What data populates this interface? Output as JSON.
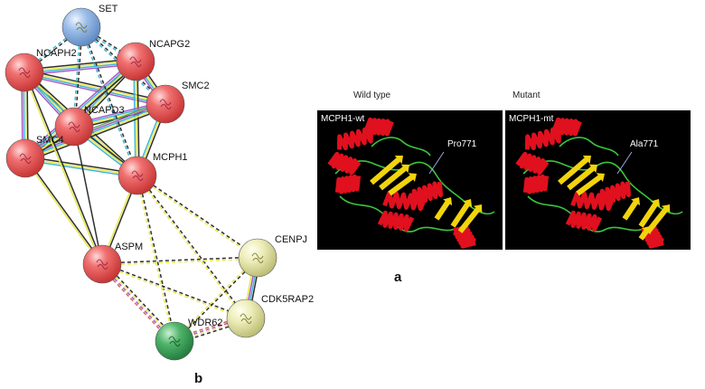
{
  "network": {
    "colors": {
      "red": "#e25050",
      "blue": "#8aaede",
      "beige": "#e6e6a6",
      "green": "#3fa65a"
    },
    "nodes": [
      {
        "id": "set",
        "label": "SET",
        "color": "blue"
      },
      {
        "id": "ncaph2",
        "label": "NCAPH2",
        "color": "red"
      },
      {
        "id": "ncapg2",
        "label": "NCAPG2",
        "color": "red"
      },
      {
        "id": "smc2",
        "label": "SMC2",
        "color": "red"
      },
      {
        "id": "ncapd3",
        "label": "NCAPD3",
        "color": "red"
      },
      {
        "id": "smc4",
        "label": "SMC4",
        "color": "red"
      },
      {
        "id": "mcph1",
        "label": "MCPH1",
        "color": "red"
      },
      {
        "id": "aspm",
        "label": "ASPM",
        "color": "red"
      },
      {
        "id": "cenpj",
        "label": "CENPJ",
        "color": "beige"
      },
      {
        "id": "cdk5rap2",
        "label": "CDK5RAP2",
        "color": "beige"
      },
      {
        "id": "wdr62",
        "label": "WDR62",
        "color": "green"
      }
    ],
    "edge_colors": [
      "#2f2f2f",
      "#e8e84a",
      "#3fb5d6",
      "#a65ac8",
      "#5aa55a",
      "#d86060"
    ],
    "edges": [
      {
        "a": "ncaph2",
        "b": "ncapg2",
        "style": "solid",
        "colors": [
          0,
          1,
          2,
          3
        ]
      },
      {
        "a": "ncaph2",
        "b": "smc2",
        "style": "solid",
        "colors": [
          0,
          1,
          2,
          3
        ]
      },
      {
        "a": "ncaph2",
        "b": "ncapd3",
        "style": "solid",
        "colors": [
          0,
          1,
          2,
          3
        ]
      },
      {
        "a": "ncaph2",
        "b": "smc4",
        "style": "solid",
        "colors": [
          0,
          1,
          2,
          3
        ]
      },
      {
        "a": "ncaph2",
        "b": "mcph1",
        "style": "solid",
        "colors": [
          0,
          1,
          2
        ]
      },
      {
        "a": "ncapg2",
        "b": "smc2",
        "style": "solid",
        "colors": [
          0,
          1,
          2,
          3
        ]
      },
      {
        "a": "ncapg2",
        "b": "ncapd3",
        "style": "solid",
        "colors": [
          0,
          1,
          2,
          3
        ]
      },
      {
        "a": "ncapg2",
        "b": "smc4",
        "style": "solid",
        "colors": [
          0,
          1,
          2,
          3
        ]
      },
      {
        "a": "ncapg2",
        "b": "mcph1",
        "style": "solid",
        "colors": [
          0,
          1,
          2
        ]
      },
      {
        "a": "smc2",
        "b": "ncapd3",
        "style": "solid",
        "colors": [
          0,
          1,
          2,
          3
        ]
      },
      {
        "a": "smc2",
        "b": "smc4",
        "style": "solid",
        "colors": [
          0,
          1,
          2,
          3,
          4
        ]
      },
      {
        "a": "smc2",
        "b": "mcph1",
        "style": "solid",
        "colors": [
          0,
          1,
          2
        ]
      },
      {
        "a": "ncapd3",
        "b": "smc4",
        "style": "solid",
        "colors": [
          0,
          1,
          2,
          3
        ]
      },
      {
        "a": "ncapd3",
        "b": "mcph1",
        "style": "solid",
        "colors": [
          0,
          1,
          2
        ]
      },
      {
        "a": "smc4",
        "b": "mcph1",
        "style": "solid",
        "colors": [
          0,
          1,
          2
        ]
      },
      {
        "a": "ncaph2",
        "b": "aspm",
        "style": "solid",
        "colors": [
          0,
          1
        ]
      },
      {
        "a": "smc4",
        "b": "aspm",
        "style": "solid",
        "colors": [
          0,
          1
        ]
      },
      {
        "a": "ncapd3",
        "b": "aspm",
        "style": "solid",
        "colors": [
          0
        ]
      },
      {
        "a": "mcph1",
        "b": "aspm",
        "style": "solid",
        "colors": [
          0,
          1
        ]
      },
      {
        "a": "set",
        "b": "ncaph2",
        "style": "dashed",
        "colors": [
          0,
          2
        ]
      },
      {
        "a": "set",
        "b": "ncapg2",
        "style": "dashed",
        "colors": [
          0,
          2
        ]
      },
      {
        "a": "set",
        "b": "smc2",
        "style": "dashed",
        "colors": [
          0,
          2
        ]
      },
      {
        "a": "set",
        "b": "ncapd3",
        "style": "dashed",
        "colors": [
          0,
          2
        ]
      },
      {
        "a": "set",
        "b": "mcph1",
        "style": "dashed",
        "colors": [
          0,
          2
        ]
      },
      {
        "a": "mcph1",
        "b": "cenpj",
        "style": "dashed",
        "colors": [
          0,
          1
        ]
      },
      {
        "a": "mcph1",
        "b": "cdk5rap2",
        "style": "dashed",
        "colors": [
          0,
          1
        ]
      },
      {
        "a": "mcph1",
        "b": "wdr62",
        "style": "dashed",
        "colors": [
          0,
          1
        ]
      },
      {
        "a": "aspm",
        "b": "cenpj",
        "style": "dashed",
        "colors": [
          0,
          1
        ]
      },
      {
        "a": "aspm",
        "b": "cdk5rap2",
        "style": "dashed",
        "colors": [
          0,
          1
        ]
      },
      {
        "a": "aspm",
        "b": "wdr62",
        "style": "dashed",
        "colors": [
          0,
          1,
          3,
          5
        ]
      },
      {
        "a": "cenpj",
        "b": "cdk5rap2",
        "style": "solid",
        "colors": [
          0,
          2,
          3,
          1
        ]
      },
      {
        "a": "cenpj",
        "b": "wdr62",
        "style": "dashed",
        "colors": [
          0,
          1
        ]
      },
      {
        "a": "cdk5rap2",
        "b": "wdr62",
        "style": "dashed",
        "colors": [
          0,
          1,
          3,
          5
        ]
      }
    ]
  },
  "structure": {
    "left_caption": "Wild type",
    "right_caption": "Mutant",
    "left_panel": {
      "title": "MCPH1-wt",
      "residue_label": "Pro771"
    },
    "right_panel": {
      "title": "MCPH1-mt",
      "residue_label": "Ala771"
    },
    "panel_colors": {
      "background": "#000000",
      "helix": "#e0101e",
      "sheet": "#f2d40c",
      "coil": "#3cc43c",
      "pointer": "#9aa4e6"
    }
  },
  "figure_labels": {
    "a": "a",
    "b": "b"
  }
}
